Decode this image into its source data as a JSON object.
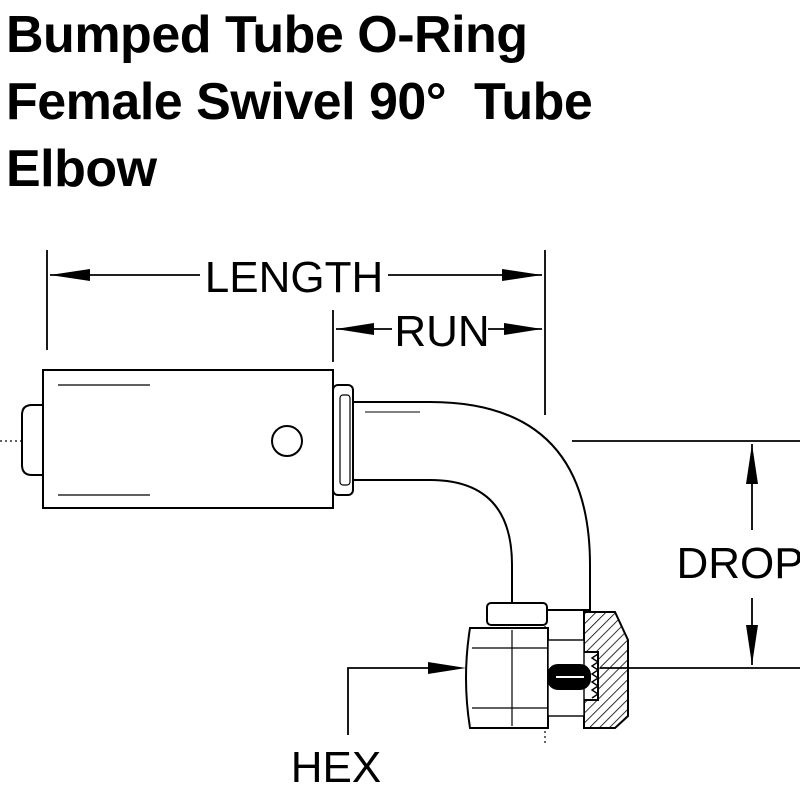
{
  "title_lines": [
    "Bumped Tube O-Ring",
    "Female Swivel 90°  Tube",
    "Elbow"
  ],
  "labels": {
    "length": "LENGTH",
    "run": "RUN",
    "drop": "DROP",
    "hex": "HEX"
  }
}
